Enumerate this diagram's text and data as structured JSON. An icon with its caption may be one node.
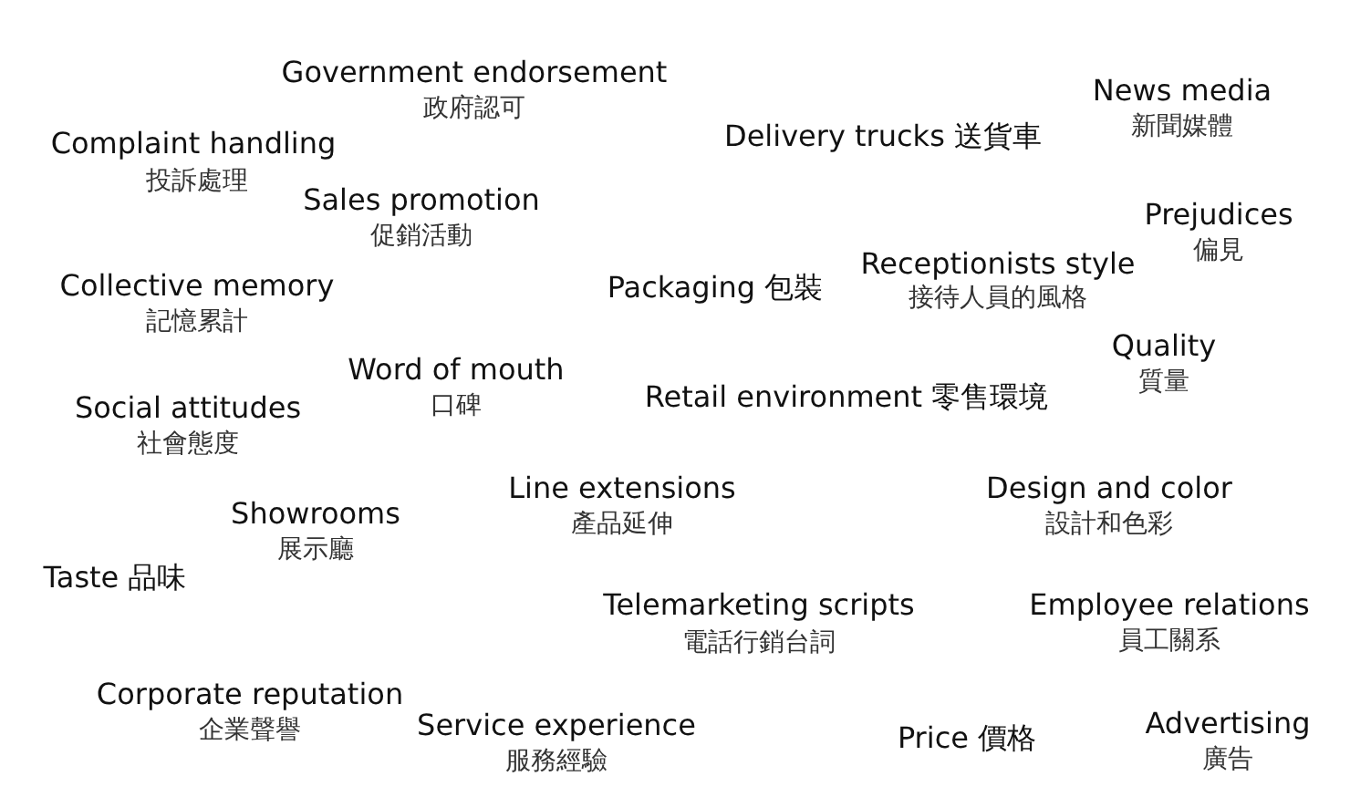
{
  "diagram": {
    "labels": [
      "Government endorsement",
      "政府認可",
      "News media",
      "新聞媒體",
      "Complaint handling",
      "Delivery trucks 送貨車",
      "投訴處理",
      "Sales promotion",
      "促銷活動",
      "Prejudices",
      "偏見",
      "Receptionists style",
      "接待人員的風格",
      "Collective memory",
      "Packaging 包裝",
      "記憶累計",
      "Quality",
      "質量",
      "Word of mouth",
      "口碑",
      "Retail environment 零售環境",
      "Social attitudes",
      "社會態度",
      "Line extensions",
      "Design and color",
      "產品延伸",
      "設計和色彩",
      "Showrooms",
      "展示廳",
      "Taste 品味",
      "Telemarketing scripts",
      "Employee relations",
      "電話行銷台詞",
      "員工關系",
      "Corporate reputation",
      "企業聲譽",
      "Advertising",
      "Service experience",
      "Price 價格",
      "服務經驗",
      "廣告"
    ]
  }
}
